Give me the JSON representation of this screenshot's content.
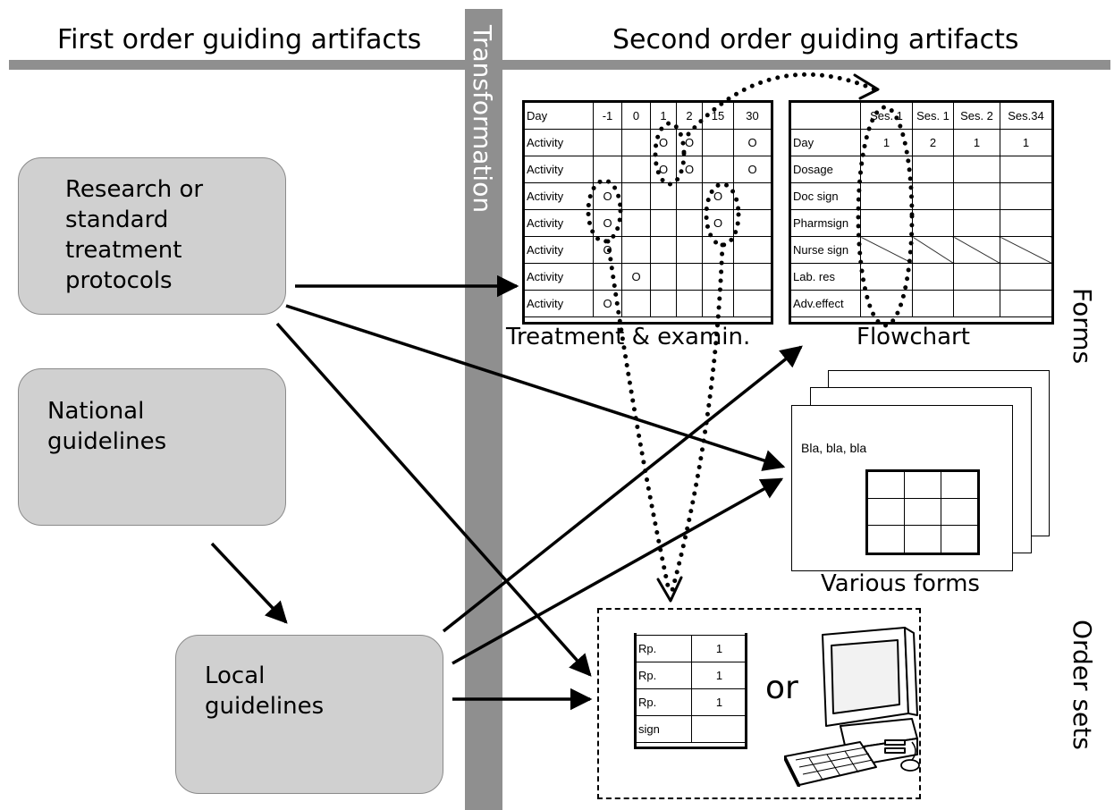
{
  "headers": {
    "left": "First order guiding artifacts",
    "right": "Second order guiding artifacts",
    "transformation": "Transformation"
  },
  "first_order": [
    {
      "lines": [
        "Research or",
        "standard",
        "treatment",
        "protocols"
      ]
    },
    {
      "lines": [
        "National",
        "guidelines"
      ]
    },
    {
      "lines": [
        "Local",
        "guidelines"
      ]
    }
  ],
  "side_labels": {
    "forms": "Forms",
    "order_sets": "Order sets"
  },
  "treatment_table": {
    "caption": "Treatment & examin.",
    "header": [
      "Day",
      "-1",
      "0",
      "1",
      "2",
      "15",
      "30"
    ],
    "rows": [
      [
        "Activity",
        "",
        "",
        "O",
        "O",
        "",
        "O"
      ],
      [
        "Activity",
        "",
        "",
        "O",
        "O",
        "",
        "O"
      ],
      [
        "Activity",
        "O",
        "",
        "",
        "",
        "O",
        ""
      ],
      [
        "Activity",
        "O",
        "",
        "",
        "",
        "O",
        ""
      ],
      [
        "Activity",
        "O",
        "",
        "",
        "",
        "",
        ""
      ],
      [
        "Activity",
        "",
        "O",
        "",
        "",
        "",
        ""
      ],
      [
        "Activity",
        "O",
        "",
        "",
        "",
        "",
        ""
      ]
    ]
  },
  "flowchart": {
    "caption": "Flowchart",
    "header": [
      "",
      "Ses. 1",
      "Ses. 1",
      "Ses. 2",
      "Ses.34"
    ],
    "day_row": [
      "Day",
      "1",
      "2",
      "1",
      "1"
    ],
    "row_labels": [
      "Dosage",
      "Doc sign",
      "Pharmsign",
      "Nurse sign",
      "Lab. res",
      "Adv.effect"
    ]
  },
  "various_forms": {
    "caption": "Various forms",
    "text": "Bla, bla, bla"
  },
  "order_set": {
    "rows": [
      [
        "Rp.",
        "1"
      ],
      [
        "Rp.",
        "1"
      ],
      [
        "Rp.",
        "1"
      ],
      [
        "sign",
        ""
      ]
    ],
    "or": "or"
  },
  "icons": {
    "computer": "computer-icon"
  },
  "colors": {
    "bar": "#8f8f8f",
    "box": "#d0d0d0"
  }
}
